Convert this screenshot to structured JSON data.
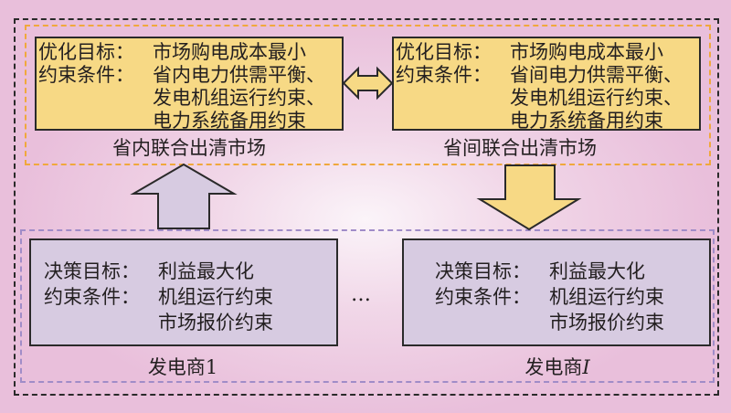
{
  "colors": {
    "market_box": "#f7d985",
    "generator_box": "#d7cbe1",
    "market_group_border": "#f0a83c",
    "generator_group_border": "#a08cc8",
    "outer_border": "#2a2a2a"
  },
  "markets": [
    {
      "objective_key": "优化目标：",
      "objective_value": "市场购电成本最小",
      "constraints_key": "约束条件：",
      "constraints": [
        "省内电力供需平衡、",
        "发电机组运行约束、",
        "电力系统备用约束"
      ],
      "label": "省内联合出清市场"
    },
    {
      "objective_key": "优化目标：",
      "objective_value": "市场购电成本最小",
      "constraints_key": "约束条件：",
      "constraints": [
        "省间电力供需平衡、",
        "发电机组运行约束、",
        "电力系统备用约束"
      ],
      "label": "省间联合出清市场"
    }
  ],
  "generators": [
    {
      "objective_key": "决策目标：",
      "objective_value": "利益最大化",
      "constraints_key": "约束条件：",
      "constraints": [
        "机组运行约束",
        "市场报价约束"
      ],
      "label_prefix": "发电商",
      "label_index": "1"
    },
    {
      "objective_key": "决策目标：",
      "objective_value": "利益最大化",
      "constraints_key": "约束条件：",
      "constraints": [
        "机组运行约束",
        "市场报价约束"
      ],
      "label_prefix": "发电商",
      "label_index": "I"
    }
  ],
  "ellipsis": "…",
  "arrows": {
    "bidirectional": "market-coupling",
    "up": "generator-to-provincial-market",
    "down": "inter-provincial-market-to-generator"
  }
}
